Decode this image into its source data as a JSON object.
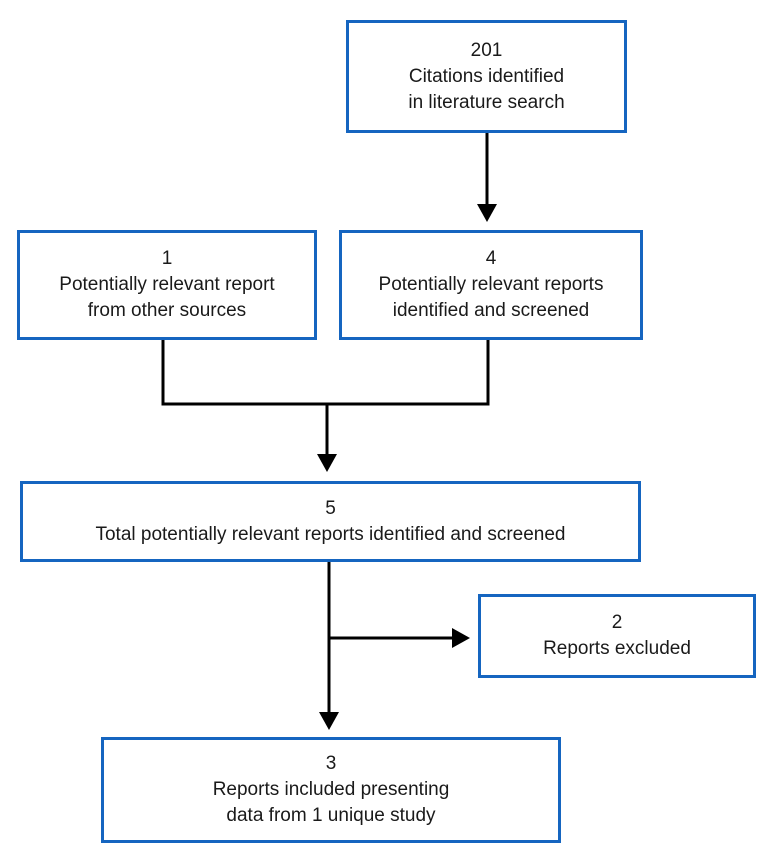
{
  "diagram": {
    "type": "flowchart",
    "description": "Literature search screening flow diagram",
    "boxes": {
      "citations": {
        "count": "201",
        "label": "Citations identified\nin literature search"
      },
      "other_sources": {
        "count": "1",
        "label": "Potentially relevant report\nfrom other sources"
      },
      "screened": {
        "count": "4",
        "label": "Potentially relevant reports\nidentified and screened"
      },
      "total": {
        "count": "5",
        "label": "Total potentially relevant reports identified and screened"
      },
      "excluded": {
        "count": "2",
        "label": "Reports excluded"
      },
      "included": {
        "count": "3",
        "label": "Reports included presenting\ndata from 1 unique study"
      }
    },
    "edges": [
      {
        "from": "citations",
        "to": "screened"
      },
      {
        "from": "other_sources",
        "to": "total"
      },
      {
        "from": "screened",
        "to": "total"
      },
      {
        "from": "total",
        "to": "excluded"
      },
      {
        "from": "total",
        "to": "included"
      }
    ],
    "colors": {
      "box_border": "#1565c0",
      "arrow": "#000000",
      "text": "#1a1a1a",
      "background": "#ffffff"
    }
  }
}
